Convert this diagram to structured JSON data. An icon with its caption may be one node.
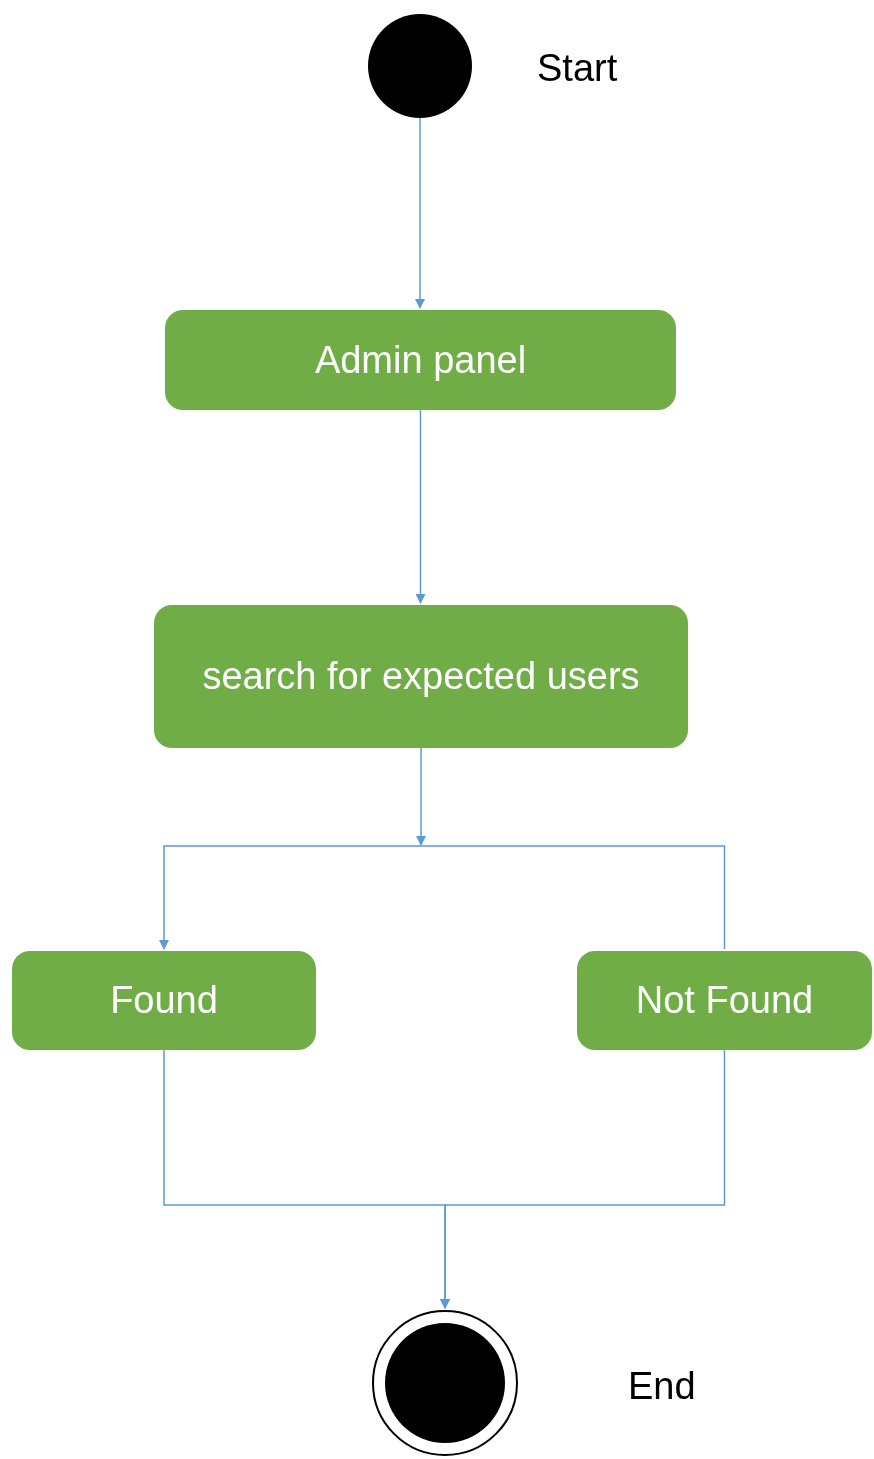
{
  "diagram": {
    "nodes": [
      {
        "text": [],
        "shape": "circle",
        "beside": [
          "Start"
        ]
      },
      {
        "text": [
          "Admin panel"
        ]
      },
      {
        "text": [
          "search for expected users"
        ]
      },
      {
        "text": [
          "Found"
        ]
      },
      {
        "text": [
          "Not Found"
        ]
      },
      {
        "text": [],
        "shape": "bullseye",
        "beside": [
          "End"
        ]
      }
    ],
    "edges": [
      {
        "from": 0,
        "to": 1,
        "arrow": "to"
      },
      {
        "from": 1,
        "to": 2,
        "arrow": "to"
      },
      {
        "from": 2,
        "to": 3,
        "arrow": "to"
      },
      {
        "from": 2,
        "to": 4,
        "arrow": "none"
      },
      {
        "from": 3,
        "to": 5,
        "arrow": "to"
      },
      {
        "from": 4,
        "to": 5,
        "arrow": "to"
      }
    ]
  }
}
